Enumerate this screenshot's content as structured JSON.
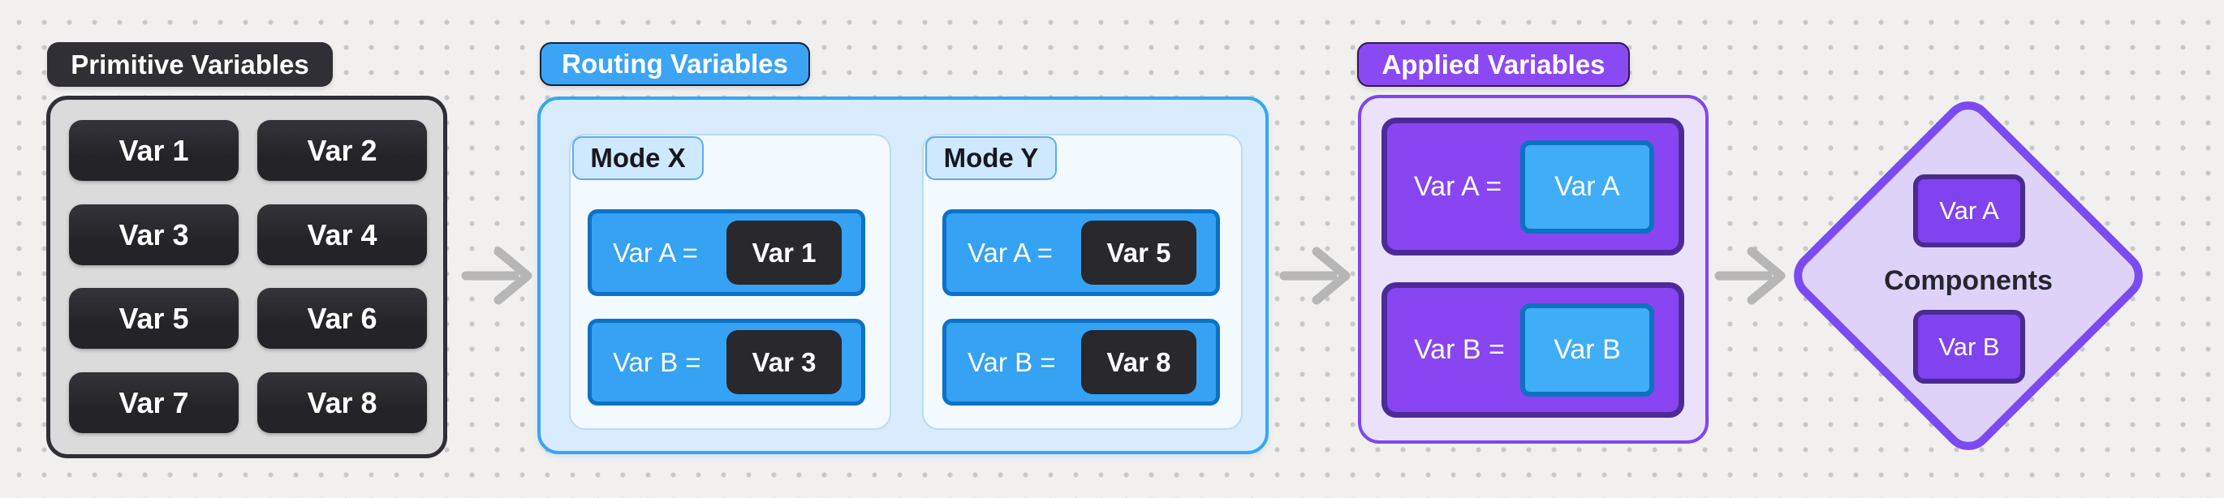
{
  "canvas": {
    "background": "#f1f0ef",
    "dot_color": "#c9c8c8"
  },
  "primitive": {
    "label": "Primitive Variables",
    "accent": "#2f2f35",
    "vars": [
      "Var 1",
      "Var 2",
      "Var 3",
      "Var 4",
      "Var 5",
      "Var 6",
      "Var 7",
      "Var 8"
    ]
  },
  "routing": {
    "label": "Routing Variables",
    "accent": "#3ba4f5",
    "modes": [
      {
        "label": "Mode X",
        "assignments": [
          {
            "lhs": "Var A =",
            "rhs": "Var 1"
          },
          {
            "lhs": "Var B =",
            "rhs": "Var 3"
          }
        ]
      },
      {
        "label": "Mode Y",
        "assignments": [
          {
            "lhs": "Var A =",
            "rhs": "Var 5"
          },
          {
            "lhs": "Var B =",
            "rhs": "Var 8"
          }
        ]
      }
    ]
  },
  "applied": {
    "label": "Applied Variables",
    "accent": "#8b49f4",
    "assignments": [
      {
        "lhs": "Var A =",
        "rhs": "Var A"
      },
      {
        "lhs": "Var B =",
        "rhs": "Var B"
      }
    ]
  },
  "diamond": {
    "label": "Components",
    "accent": "#7b4af0",
    "pills": [
      "Var A",
      "Var B"
    ]
  },
  "arrows": {
    "color": "#b7b6b6"
  }
}
